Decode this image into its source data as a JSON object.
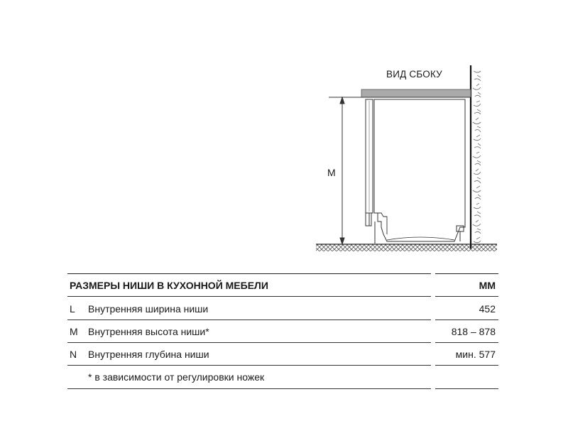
{
  "diagram": {
    "view_label": "ВИД СБОКУ",
    "dimension_label": "M"
  },
  "table": {
    "header": {
      "title": "РАЗМЕРЫ НИШИ В КУХОННОЙ МЕБЕЛИ",
      "unit": "ММ"
    },
    "rows": [
      {
        "code": "L",
        "description": "Внутренняя ширина ниши",
        "value": "452"
      },
      {
        "code": "M",
        "description": "Внутренняя высота ниши*",
        "value": "818 – 878"
      },
      {
        "code": "N",
        "description": "Внутренняя глубина ниши",
        "value": "мин. 577"
      }
    ],
    "footnote": "* в зависимости от регулировки ножек"
  }
}
